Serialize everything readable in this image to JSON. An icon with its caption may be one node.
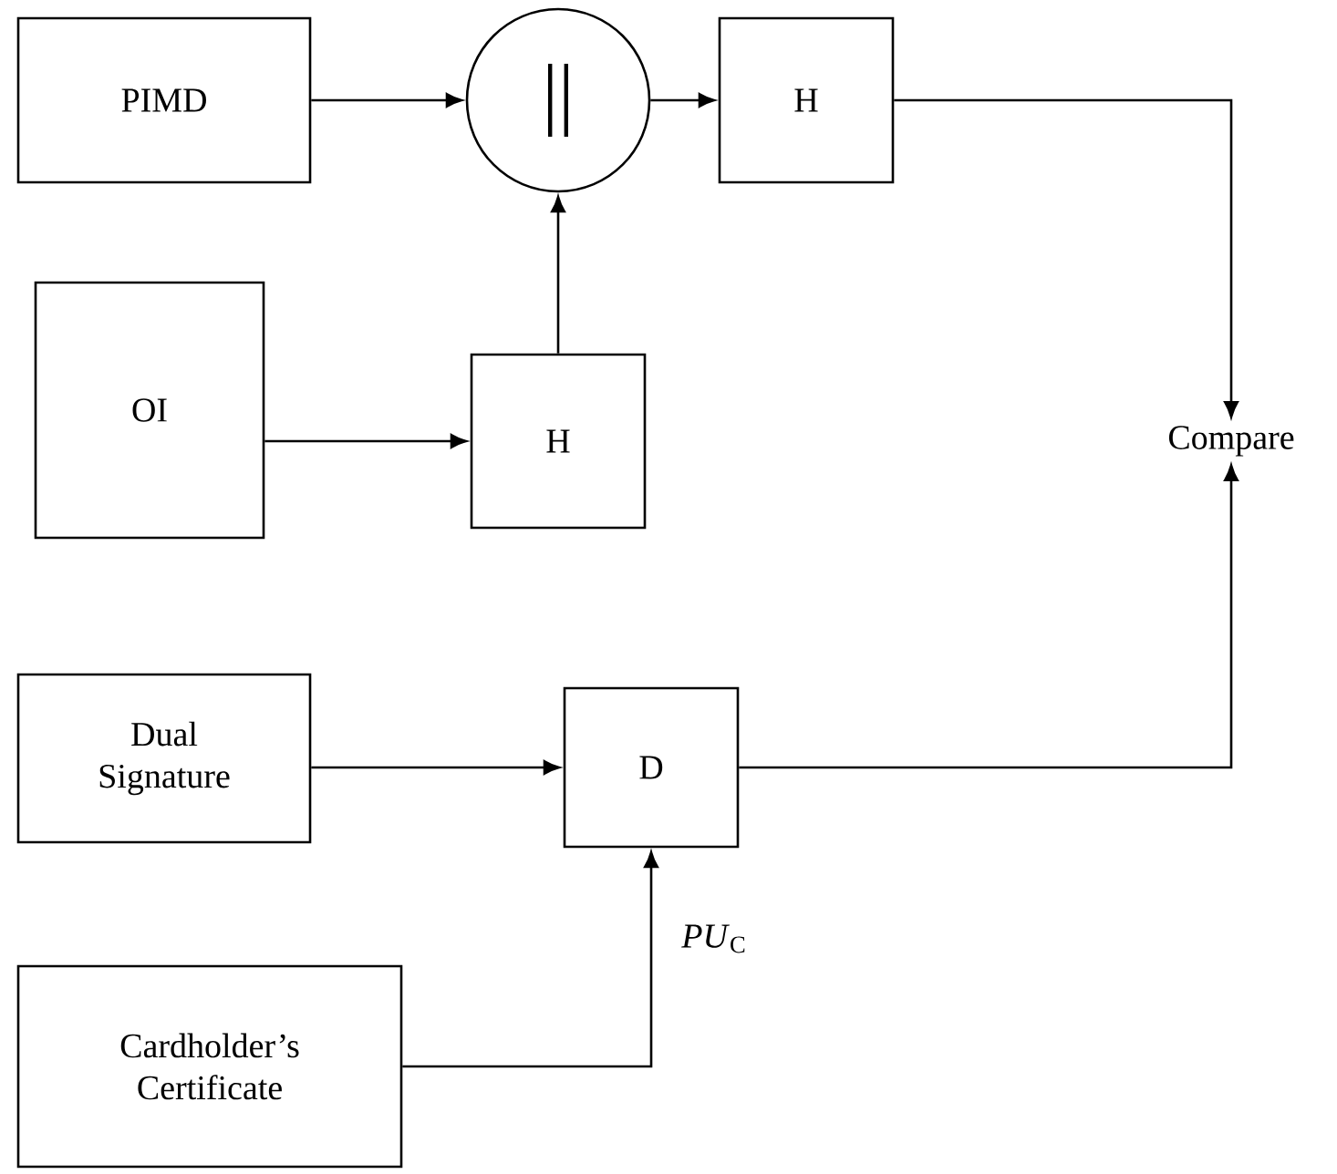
{
  "diagram": {
    "nodes": [
      {
        "text": [
          "PIMD"
        ]
      },
      {
        "text": [
          "||"
        ]
      },
      {
        "text": [
          "H"
        ]
      },
      {
        "text": [
          "OI"
        ]
      },
      {
        "text": [
          "H"
        ]
      },
      {
        "text": [
          "Compare"
        ]
      },
      {
        "text": [
          "Dual Signature"
        ]
      },
      {
        "text": [
          "D"
        ]
      },
      {
        "text": [
          "Cardholder’s Certificate"
        ]
      }
    ],
    "edges": [
      {
        "from": 0,
        "to": 1,
        "arrow": "to"
      },
      {
        "from": 4,
        "to": 1,
        "arrow": "to"
      },
      {
        "from": 1,
        "to": 2,
        "arrow": "to"
      },
      {
        "from": 2,
        "to": 5,
        "arrow": "to"
      },
      {
        "from": 3,
        "to": 4,
        "arrow": "to"
      },
      {
        "from": 6,
        "to": 7,
        "arrow": "to"
      },
      {
        "from": 8,
        "to": 7,
        "arrow": "to",
        "label": "*PU*$_{C}$"
      },
      {
        "from": 7,
        "to": 5,
        "arrow": "to"
      }
    ]
  }
}
